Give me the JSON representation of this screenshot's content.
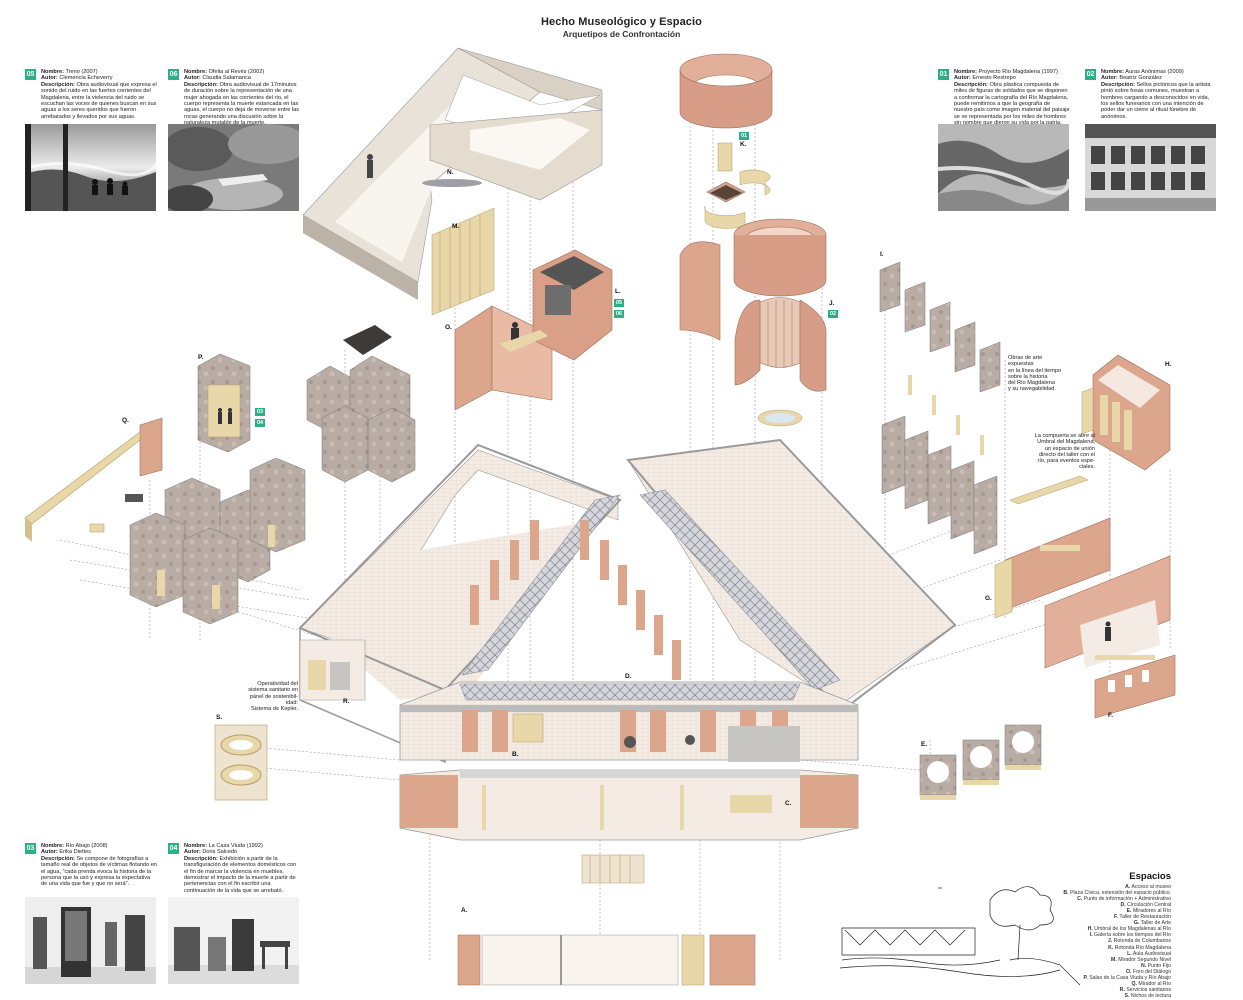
{
  "title": "Hecho Museológico y Espacio",
  "subtitle": "Arquetipos de Confrontación",
  "field_labels": {
    "name": "Nombre:",
    "author": "Autor:",
    "description": "Descripción:"
  },
  "works": [
    {
      "num": "05",
      "name": "Treno (2007)",
      "author": "Clemencia Echeverry",
      "description": "Obra audiovisual que expresa el sonido del ruido en las fuertes corrientes del Magdalena, entre la violencia del ruido se escuchan las voces de quienes buscan en sus aguas a los seres queridos que fueron arrebatados y llevados por sus aguas."
    },
    {
      "num": "06",
      "name": "Ofelia al Revés (2002)",
      "author": "Claudia Salamanca",
      "description": "Obra audiovisual de 17minutos de duración sobre la representación de una mujer ahogada en las corrientes del río, el cuerpo representa la muerte estancada en las aguas, el cuerpo no deja de moverse entre las rocas generando una discusión sobre la naturaleza mutable de la muerte."
    },
    {
      "num": "01",
      "name": "Proyecto Río Magdalena (1997)",
      "author": "Ernesto Restrepo",
      "description": "Obra plástica compuesta de miles de figuras de soldados que se disponen a conformar la cartografía del Río Magdalena, puede remitirnos a que la geografía de nuestro país como imagen material del paisaje se ve representada por los miles de hombres sin nombre que dieron su vida por la patria."
    },
    {
      "num": "02",
      "name": "Auras Anónimas (2009)",
      "author": "Beatriz González",
      "description": "Sellos pictóricos que la artista pintó sobre fosas comunes, muestran a hombres cargando a desconocidos en vida, los sellos funerarios con una intención de poder dar un cierre al ritual fúnebre de anónimos."
    },
    {
      "num": "03",
      "name": "Río Abajo (2008)",
      "author": "Erika Diettes",
      "description": "Se compone de fotografías a tamaño real de objetos de víctimas flotando en el agua, \"cada prenda evoca la historia de la persona que la usó y expresa la expectativa de una vida que fue y que no será\"."
    },
    {
      "num": "04",
      "name": "La Casa Viuda (1992)",
      "author": "Doris Salcedo",
      "description": "Exhibición a partir de la transfiguración de elementos domésticos con el fin de marcar la violencia en muebles, demostrar el impacto de la muerte a partir de pertenencias con el fin escribir una continuación de la vida que se arrebató."
    }
  ],
  "diagram_labels": {
    "a": "A.",
    "b": "B.",
    "c": "C.",
    "d": "D.",
    "e": "E.",
    "f": "F.",
    "g": "G.",
    "h": "H.",
    "i": "I.",
    "j": "J.",
    "k": "K.",
    "l": "L.",
    "m": "M.",
    "n": "N.",
    "o": "O.",
    "p": "P.",
    "q": "Q.",
    "r": "R.",
    "s": "S."
  },
  "tags": {
    "k": "01",
    "j": "02",
    "p1": "03",
    "p2": "04",
    "l1": "05",
    "l2": "06"
  },
  "notes": {
    "obras": "Obras de arte\nexpuestas\nen la línea del tiempo\nsobre la historia\ndel Río Magdalena\ny su navegabilidad.",
    "compuerta": "La compuerta se abre al\nUmbral del Magdalena,\nun espacio de unión\ndirecto del taller con el\nrío, para eventos espe-\nciales.",
    "sanitario": "Operatividad del\nsistema sanitario en\npánel de sostenibil-\nidad:\nSistema de Kepler."
  },
  "legend": {
    "heading": "Espacios",
    "items": [
      {
        "key": "A.",
        "text": "Acceso al museo"
      },
      {
        "key": "B.",
        "text": "Plaza Cívica, extensión del espacio público."
      },
      {
        "key": "C.",
        "text": "Punto de información + Administrativo"
      },
      {
        "key": "D.",
        "text": "Circulación Central"
      },
      {
        "key": "E.",
        "text": "Miradores al Río"
      },
      {
        "key": "F.",
        "text": "Taller de Restauración"
      },
      {
        "key": "G.",
        "text": "Taller de Arte"
      },
      {
        "key": "H.",
        "text": "Umbral de los Magdalenas al Río"
      },
      {
        "key": "I.",
        "text": "Galería sobre los tiempos del Río"
      },
      {
        "key": "J.",
        "text": "Rotonda de Columbarios"
      },
      {
        "key": "K.",
        "text": "Rotonda Río Magdalena"
      },
      {
        "key": "L.",
        "text": "Aula Audiovisual"
      },
      {
        "key": "M.",
        "text": "Mirador Segundo Nivel"
      },
      {
        "key": "N.",
        "text": "Punto Fijo"
      },
      {
        "key": "O.",
        "text": "Foro del Diálogo"
      },
      {
        "key": "P.",
        "text": "Salas de la Casa Viuda y Río Abajo"
      },
      {
        "key": "Q.",
        "text": "Mirador al Río"
      },
      {
        "key": "R.",
        "text": "Servicios sanitarios"
      },
      {
        "key": "S.",
        "text": "Nichos de lectura"
      }
    ]
  }
}
